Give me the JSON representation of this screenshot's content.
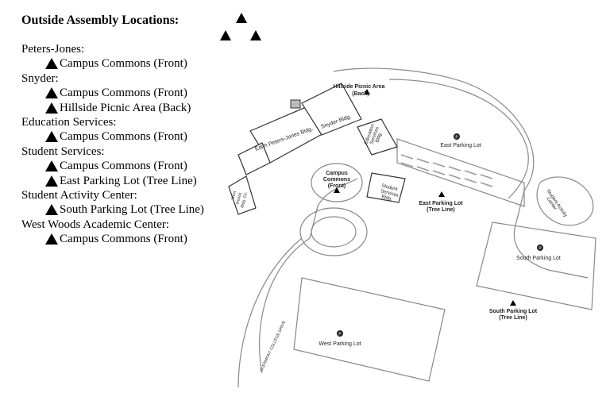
{
  "title": "Outside Assembly Locations:",
  "buildings": [
    {
      "name": "Peters-Jones:",
      "locations": [
        "Campus Commons (Front)"
      ]
    },
    {
      "name": "Snyder:",
      "locations": [
        "Campus Commons (Front)",
        "Hillside Picnic Area (Back)"
      ]
    },
    {
      "name": "Education Services:",
      "locations": [
        "Campus Commons (Front)"
      ]
    },
    {
      "name": "Student Services:",
      "locations": [
        "Campus Commons (Front)",
        "East Parking Lot (Tree Line)"
      ]
    },
    {
      "name": "Student Activity Center:",
      "locations": [
        "South Parking Lot (Tree Line)"
      ]
    },
    {
      "name": "West Woods Academic Center:",
      "locations": [
        "Campus Commons (Front)"
      ]
    }
  ],
  "map": {
    "hillside_line1": "Hillside Picnic Area",
    "hillside_line2": "(Back)",
    "snyder": "Snyder Bldg.",
    "edith": "Edith Peters-Jones Bldg.",
    "education_line1": "Education",
    "education_line2": "Services",
    "education_line3": "Bldg.",
    "west_woods_line1": "West",
    "west_woods_line2": "Woods",
    "west_woods_line3": "Bldg. Ctr.",
    "commons_line1": "Campus",
    "commons_line2": "Commons",
    "commons_line3": "(Front)",
    "student_services_line1": "Student",
    "student_services_line2": "Services",
    "student_services_line3": "Bldg.",
    "east_lot": "East Parking Lot",
    "east_tree_line1": "East Parking Lot",
    "east_tree_line2": "(Tree Line)",
    "sac_line1": "Student Activity",
    "sac_line2": "Center",
    "south_lot": "South Parking Lot",
    "south_tree_line1": "South Parking Lot",
    "south_tree_line2": "(Tree Line)",
    "west_lot": "West Parking Lot",
    "drive": "CLERMONT COLLEGE DRIVE",
    "parking_symbol": "P"
  }
}
